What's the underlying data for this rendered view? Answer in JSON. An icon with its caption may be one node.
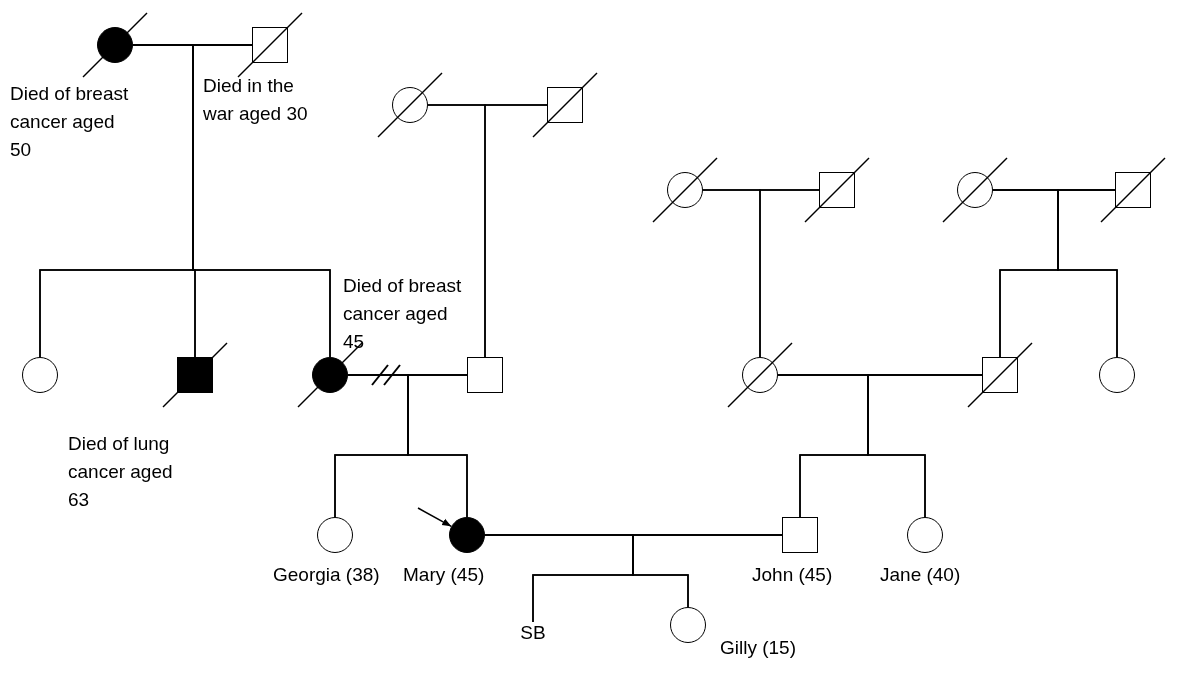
{
  "diagram": {
    "nodes": [
      {
        "text": [],
        "shape": "circle",
        "beside": [
          "Died of breast cancer aged 50"
        ]
      },
      {
        "text": [],
        "shape": "box",
        "beside": [
          "Died in the war aged 30"
        ]
      },
      {
        "text": [],
        "shape": "circle"
      },
      {
        "text": [],
        "shape": "box"
      },
      {
        "text": [],
        "shape": "circle"
      },
      {
        "text": [],
        "shape": "box"
      },
      {
        "text": [],
        "shape": "circle"
      },
      {
        "text": [],
        "shape": "box"
      },
      {
        "text": [],
        "shape": "circle"
      },
      {
        "text": [],
        "shape": "box",
        "beside": [
          "Died of lung cancer aged 63"
        ]
      },
      {
        "text": [],
        "shape": "circle",
        "beside": [
          "Died of breast cancer aged 45"
        ]
      },
      {
        "text": [],
        "shape": "box"
      },
      {
        "text": [],
        "shape": "circle"
      },
      {
        "text": [],
        "shape": "box"
      },
      {
        "text": [],
        "shape": "circle"
      },
      {
        "text": [],
        "shape": "circle",
        "beside": [
          "Georgia (38)"
        ]
      },
      {
        "text": [],
        "shape": "circle",
        "beside": [
          "Mary (45)"
        ]
      },
      {
        "text": [],
        "shape": "box",
        "beside": [
          "John (45)"
        ]
      },
      {
        "text": [],
        "shape": "circle",
        "beside": [
          "Jane (40)"
        ]
      },
      {
        "text": [
          "SB"
        ]
      },
      {
        "text": [],
        "shape": "circle",
        "beside": [
          "Gilly (15)"
        ]
      }
    ],
    "edges": [
      {
        "from": 0,
        "to": 1,
        "arrow": "none"
      },
      {
        "from": 2,
        "to": 3,
        "arrow": "none"
      },
      {
        "from": 4,
        "to": 5,
        "arrow": "none"
      },
      {
        "from": 6,
        "to": 7,
        "arrow": "none"
      },
      {
        "from": 0,
        "to": 8,
        "arrow": "none"
      },
      {
        "from": 1,
        "to": 8,
        "arrow": "none"
      },
      {
        "from": 0,
        "to": 9,
        "arrow": "none"
      },
      {
        "from": 1,
        "to": 9,
        "arrow": "none"
      },
      {
        "from": 0,
        "to": 10,
        "arrow": "none"
      },
      {
        "from": 1,
        "to": 10,
        "arrow": "none"
      },
      {
        "from": 2,
        "to": 11,
        "arrow": "none"
      },
      {
        "from": 3,
        "to": 11,
        "arrow": "none"
      },
      {
        "from": 4,
        "to": 12,
        "arrow": "none"
      },
      {
        "from": 5,
        "to": 12,
        "arrow": "none"
      },
      {
        "from": 6,
        "to": 13,
        "arrow": "none"
      },
      {
        "from": 7,
        "to": 13,
        "arrow": "none"
      },
      {
        "from": 6,
        "to": 14,
        "arrow": "none"
      },
      {
        "from": 7,
        "to": 14,
        "arrow": "none"
      },
      {
        "from": 10,
        "to": 11,
        "arrow": "none"
      },
      {
        "from": 12,
        "to": 13,
        "arrow": "none"
      },
      {
        "from": 10,
        "to": 15,
        "arrow": "none"
      },
      {
        "from": 11,
        "to": 15,
        "arrow": "none"
      },
      {
        "from": 10,
        "to": 16,
        "arrow": "none"
      },
      {
        "from": 11,
        "to": 16,
        "arrow": "none"
      },
      {
        "from": 12,
        "to": 17,
        "arrow": "none"
      },
      {
        "from": 13,
        "to": 17,
        "arrow": "none"
      },
      {
        "from": 12,
        "to": 18,
        "arrow": "none"
      },
      {
        "from": 13,
        "to": 18,
        "arrow": "none"
      },
      {
        "from": null,
        "to": 16,
        "arrow": "to"
      },
      {
        "from": 16,
        "to": 17,
        "arrow": "none"
      },
      {
        "from": 16,
        "to": 19,
        "arrow": "none"
      },
      {
        "from": 17,
        "to": 19,
        "arrow": "none"
      },
      {
        "from": 16,
        "to": 20,
        "arrow": "none"
      },
      {
        "from": 17,
        "to": 20,
        "arrow": "none"
      }
    ]
  }
}
